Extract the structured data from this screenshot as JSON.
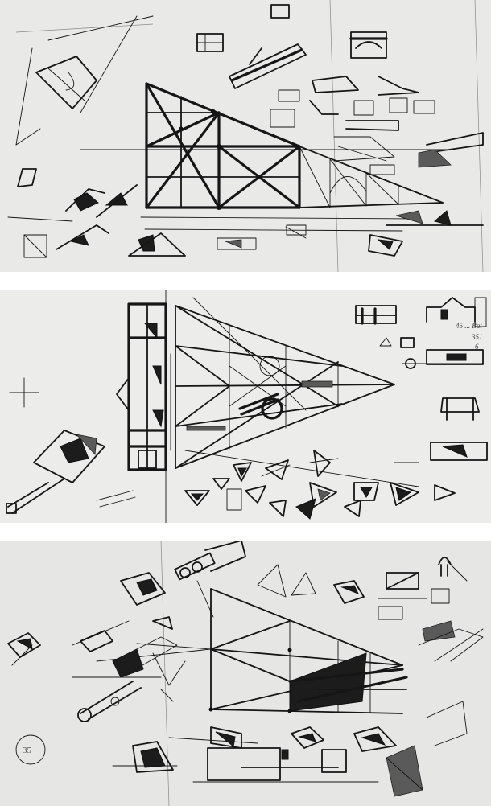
{
  "sheets": [
    {
      "id": "sheet-1",
      "annotations": []
    },
    {
      "id": "sheet-2",
      "annotations": [
        "45 ... Bat",
        "351",
        "6"
      ]
    },
    {
      "id": "sheet-3",
      "annotations": [
        "35"
      ]
    }
  ],
  "colors": {
    "paper_1": "#e9e9e7",
    "paper_2": "#ececea",
    "paper_3": "#e6e6e4",
    "ink": "#161616"
  }
}
